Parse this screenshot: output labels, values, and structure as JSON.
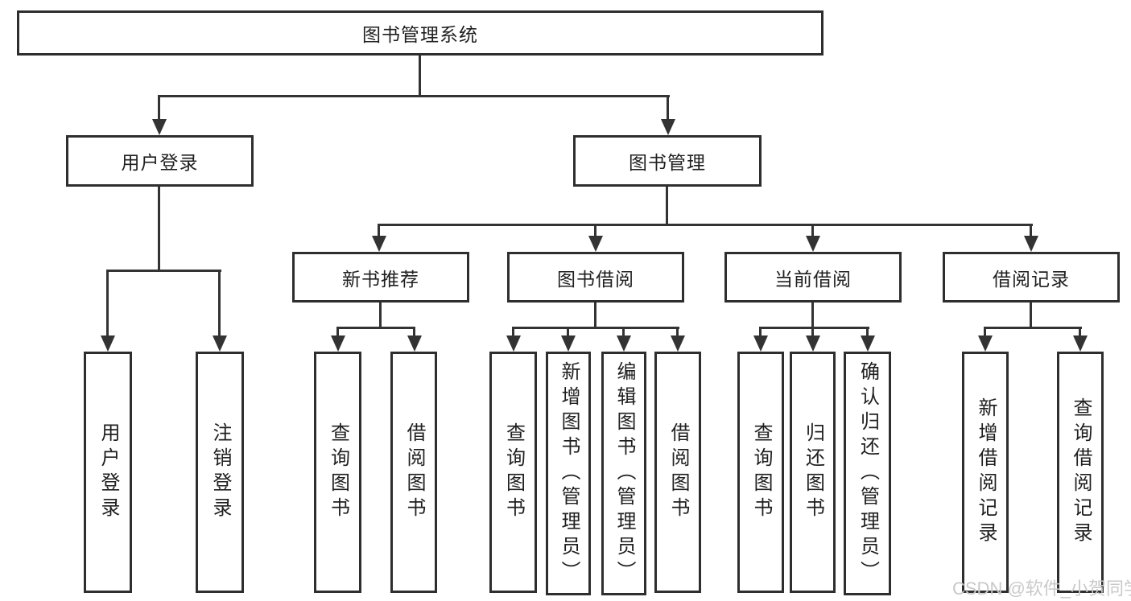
{
  "tree": {
    "root": "图书管理系统",
    "level2": [
      "用户登录",
      "图书管理"
    ],
    "level3": [
      "新书推荐",
      "图书借阅",
      "当前借阅",
      "借阅记录"
    ],
    "leaves": {
      "user_login": [
        "用户登录",
        "注销登录"
      ],
      "new_book": [
        "查询图书",
        "借阅图书"
      ],
      "book_borrow": [
        "查询图书",
        "新增图书（管理员）",
        "编辑图书（管理员）",
        "借阅图书"
      ],
      "current_borrow": [
        "查询图书",
        "归还图书",
        "确认归还（管理员）"
      ],
      "borrow_record": [
        "新增借阅记录",
        "查询借阅记录"
      ]
    }
  },
  "watermark": "CSDN @软件_小贺同学",
  "colors": {
    "line": "#333333",
    "border": "#2e2e2e",
    "text": "#1f1f1f",
    "watermark": "#c9c9c9",
    "background": "#ffffff"
  }
}
